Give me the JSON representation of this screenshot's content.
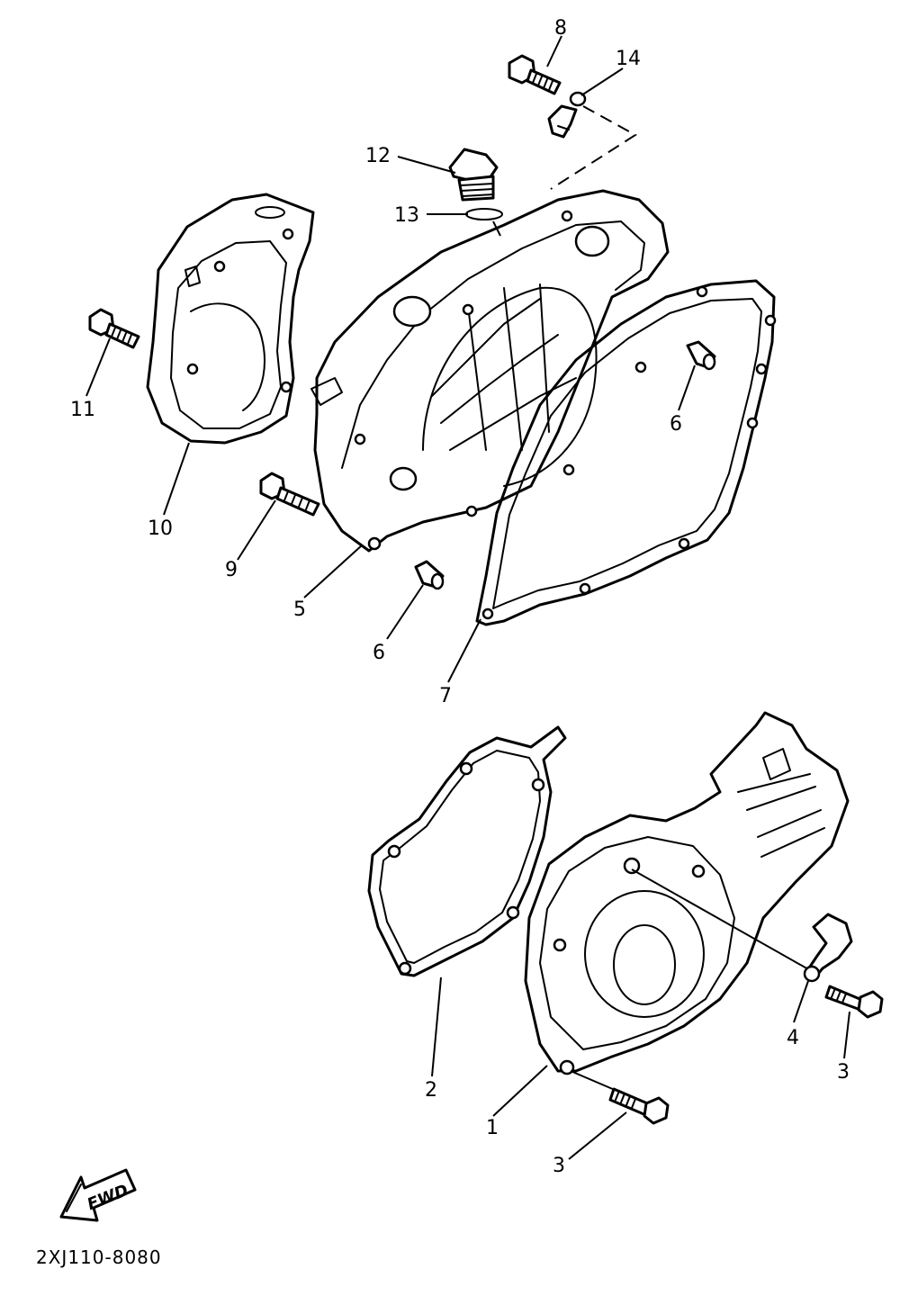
{
  "labels": {
    "p1": "1",
    "p2": "2",
    "p3a": "3",
    "p3b": "3",
    "p4": "4",
    "p5": "5",
    "p6a": "6",
    "p6b": "6",
    "p7": "7",
    "p8": "8",
    "p9": "9",
    "p10": "10",
    "p11": "11",
    "p12": "12",
    "p13": "13",
    "p14": "14"
  },
  "fwd_label": "FWD",
  "diagram_code": "2XJ110-8080"
}
